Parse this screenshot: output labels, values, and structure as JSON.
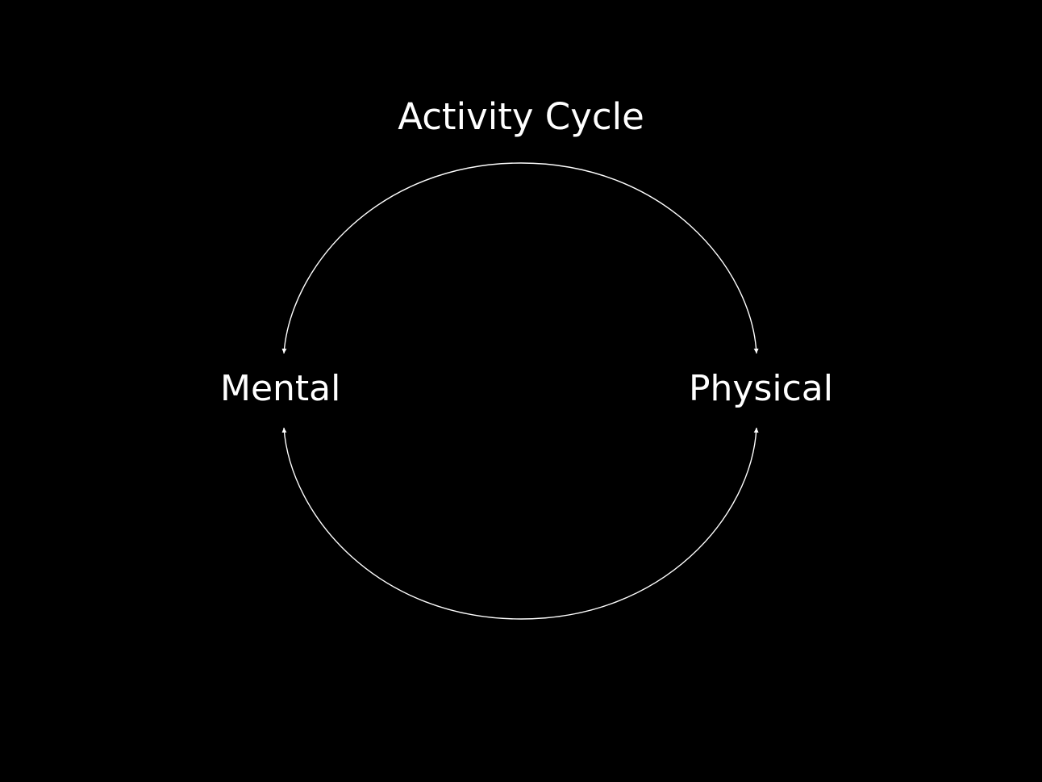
{
  "diagram": {
    "title": "Activity Cycle",
    "nodes": {
      "left": "Mental",
      "right": "Physical"
    },
    "edges": [
      {
        "from": "top-arc",
        "to": "Mental",
        "direction": "downward"
      },
      {
        "from": "top-arc",
        "to": "Physical",
        "direction": "downward"
      },
      {
        "from": "bottom-arc",
        "to": "Mental",
        "direction": "upward"
      },
      {
        "from": "bottom-arc",
        "to": "Physical",
        "direction": "upward"
      }
    ],
    "colors": {
      "background": "#000000",
      "foreground": "#ffffff"
    }
  }
}
